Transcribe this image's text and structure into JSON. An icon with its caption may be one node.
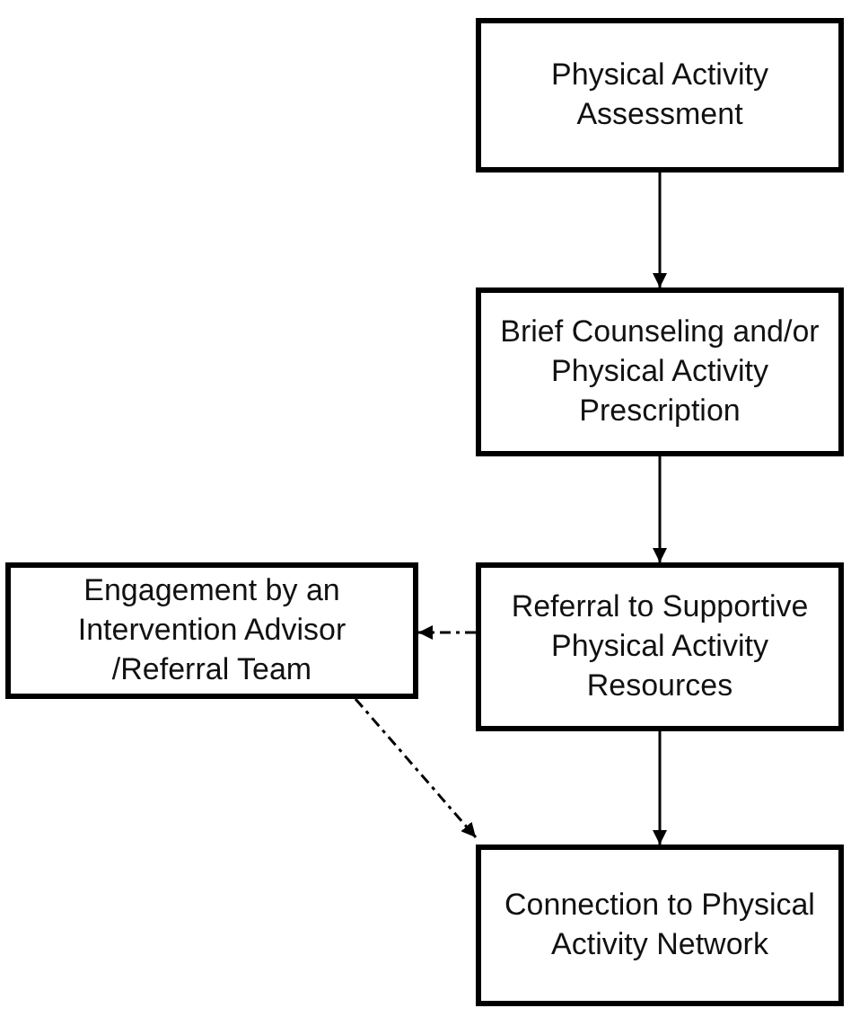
{
  "diagram": {
    "nodes": [
      {
        "text": [
          "Physical Activity Assessment"
        ]
      },
      {
        "text": [
          "Brief Counseling and/or Physical Activity Prescription"
        ]
      },
      {
        "text": [
          "Referral to Supportive Physical Activity Resources"
        ]
      },
      {
        "text": [
          "Engagement by an Intervention Advisor /Referral Team"
        ]
      },
      {
        "text": [
          "Connection to Physical Activity Network"
        ]
      }
    ],
    "edges": [
      {
        "from": 0,
        "to": 1,
        "arrow": "to"
      },
      {
        "from": 1,
        "to": 2,
        "arrow": "to"
      },
      {
        "from": 2,
        "to": 3,
        "arrow": "to",
        "style": "dashed"
      },
      {
        "from": 2,
        "to": 4,
        "arrow": "to"
      },
      {
        "from": 3,
        "to": 4,
        "arrow": "to",
        "style": "dashed"
      }
    ]
  }
}
